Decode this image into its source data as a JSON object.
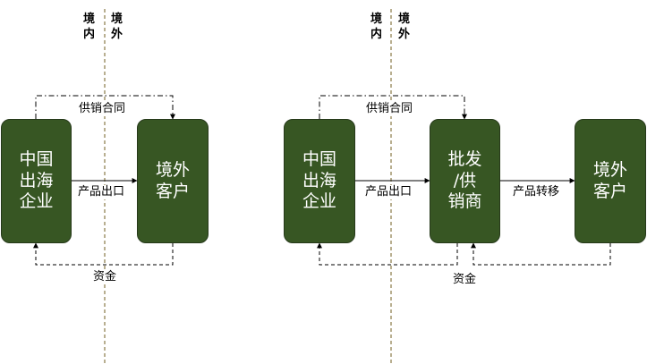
{
  "colors": {
    "box_fill": "#375623",
    "border_line": "#8a7a46",
    "connector": "#000000"
  },
  "border": {
    "domestic": "境内",
    "overseas": "境外"
  },
  "left": {
    "exporter": "中国\n出海\n企业",
    "customer": "境外\n客户",
    "contract": "供销合同",
    "product": "产品出口",
    "funds": "资金"
  },
  "right": {
    "exporter": "中国\n出海\n企业",
    "distributor": "批发\n/供\n销商",
    "customer": "境外\n客户",
    "contract": "供销合同",
    "product": "产品出口",
    "transfer": "产品转移",
    "funds": "资金"
  }
}
